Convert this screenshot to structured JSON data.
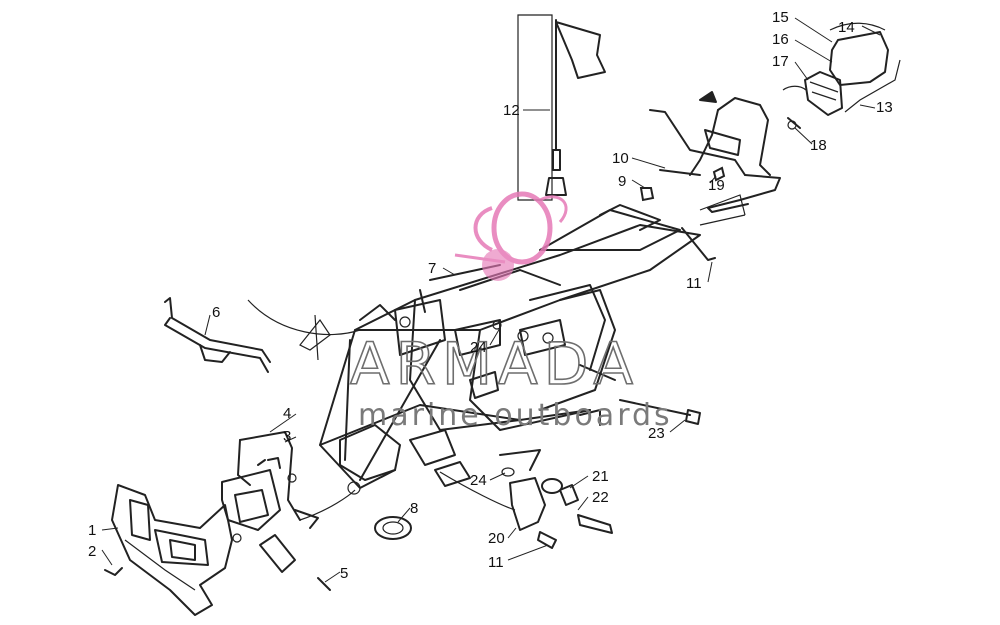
{
  "diagram": {
    "callouts": [
      {
        "n": "1"
      },
      {
        "n": "2"
      },
      {
        "n": "3"
      },
      {
        "n": "4"
      },
      {
        "n": "5"
      },
      {
        "n": "6"
      },
      {
        "n": "7"
      },
      {
        "n": "8"
      },
      {
        "n": "9"
      },
      {
        "n": "10"
      },
      {
        "n": "11"
      },
      {
        "n": "11"
      },
      {
        "n": "12"
      },
      {
        "n": "13"
      },
      {
        "n": "14"
      },
      {
        "n": "15"
      },
      {
        "n": "16"
      },
      {
        "n": "17"
      },
      {
        "n": "18"
      },
      {
        "n": "19"
      },
      {
        "n": "20"
      },
      {
        "n": "21"
      },
      {
        "n": "22"
      },
      {
        "n": "23"
      },
      {
        "n": "24"
      },
      {
        "n": "24"
      }
    ]
  },
  "watermark": {
    "brand": "ARMADA",
    "tagline": "marine outboards",
    "accent_color": "#e67ab7"
  }
}
